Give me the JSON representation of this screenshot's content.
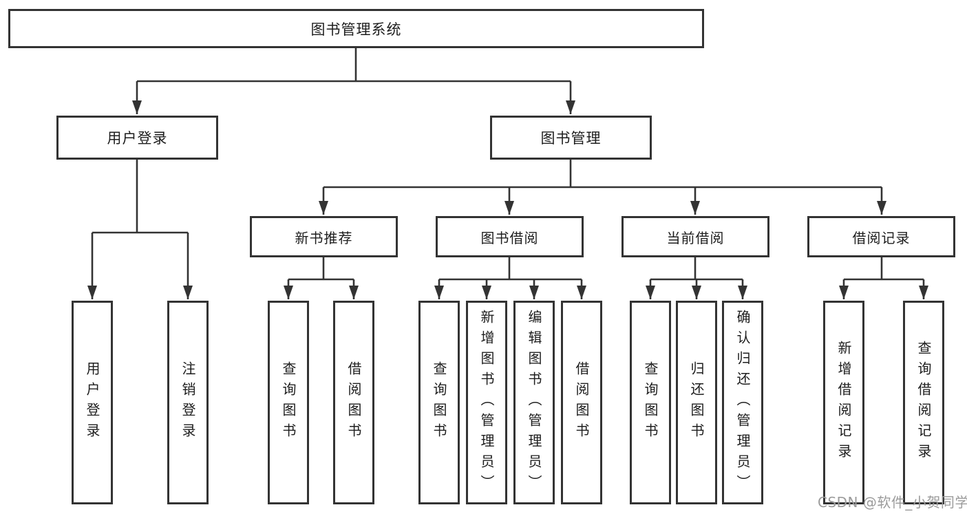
{
  "tree": {
    "label": "图书管理系统",
    "children": [
      {
        "label": "用户登录",
        "children": [
          {
            "label": "用户登录"
          },
          {
            "label": "注销登录"
          }
        ]
      },
      {
        "label": "图书管理",
        "children": [
          {
            "label": "新书推荐",
            "children": [
              {
                "label": "查询图书"
              },
              {
                "label": "借阅图书"
              }
            ]
          },
          {
            "label": "图书借阅",
            "children": [
              {
                "label": "查询图书"
              },
              {
                "label": "新增图书（管理员）"
              },
              {
                "label": "编辑图书（管理员）"
              },
              {
                "label": "借阅图书"
              }
            ]
          },
          {
            "label": "当前借阅",
            "children": [
              {
                "label": "查询图书"
              },
              {
                "label": "归还图书"
              },
              {
                "label": "确认归还（管理员）"
              }
            ]
          },
          {
            "label": "借阅记录",
            "children": [
              {
                "label": "新增借阅记录"
              },
              {
                "label": "查询借阅记录"
              }
            ]
          }
        ]
      }
    ]
  },
  "watermark": "CSDN @软件_小贺同学",
  "colors": {
    "line": "#333333",
    "border": "#333333",
    "text": "#1d1d1d",
    "watermark": "#9b9b9b",
    "background": "#ffffff"
  }
}
